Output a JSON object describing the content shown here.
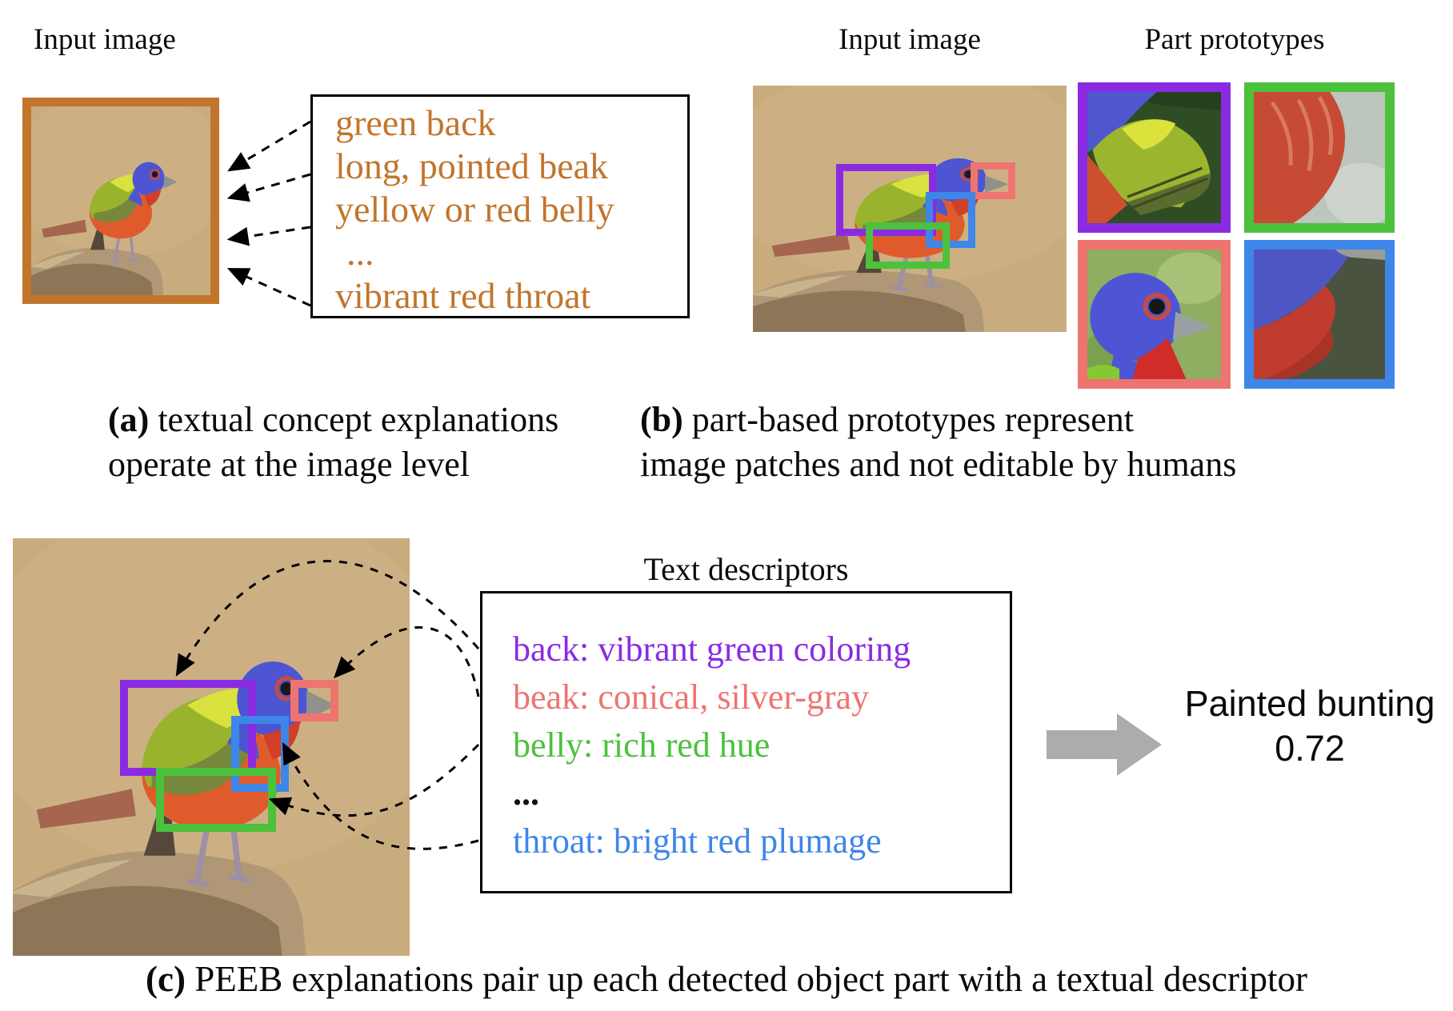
{
  "colors": {
    "orange": "#c1752c",
    "purple": "#8a2be2",
    "salmon": "#ee7470",
    "green": "#4cc13c",
    "blue": "#3e86e8",
    "gray_arrow": "#acacac",
    "black": "#111111"
  },
  "panel_a": {
    "image_label": "Input image",
    "concepts": [
      "green back",
      "long, pointed beak",
      "yellow or red belly",
      "...",
      "vibrant red throat"
    ],
    "caption": {
      "tag": "(a)",
      "line1": "textual concept explanations",
      "line2": "operate at the image level"
    }
  },
  "panel_b": {
    "image_label": "Input image",
    "prototypes_label": "Part prototypes",
    "tiles": [
      {
        "part": "back",
        "border": "#8a2be2"
      },
      {
        "part": "belly",
        "border": "#4cc13c"
      },
      {
        "part": "head",
        "border": "#ee7470"
      },
      {
        "part": "throat",
        "border": "#3e86e8"
      }
    ],
    "caption": {
      "tag": "(b)",
      "line1": "part-based prototypes represent",
      "line2": "image patches and not editable by humans"
    }
  },
  "panel_c": {
    "descriptors_label": "Text descriptors",
    "descriptors": [
      {
        "part": "back",
        "text": "back: vibrant green coloring",
        "color": "#8a2be2"
      },
      {
        "part": "beak",
        "text": "beak: conical, silver-gray",
        "color": "#ee7470"
      },
      {
        "part": "belly",
        "text": "belly: rich red hue",
        "color": "#4cc13c"
      },
      {
        "part": "ellipsis",
        "text": "...",
        "color": "#111111"
      },
      {
        "part": "throat",
        "text": "throat: bright red plumage",
        "color": "#3e86e8"
      }
    ],
    "prediction": {
      "class_name": "Painted bunting",
      "score": "0.72"
    },
    "caption": {
      "tag": "(c)",
      "text": "PEEB explanations pair up each detected object part with a textual descriptor"
    }
  }
}
